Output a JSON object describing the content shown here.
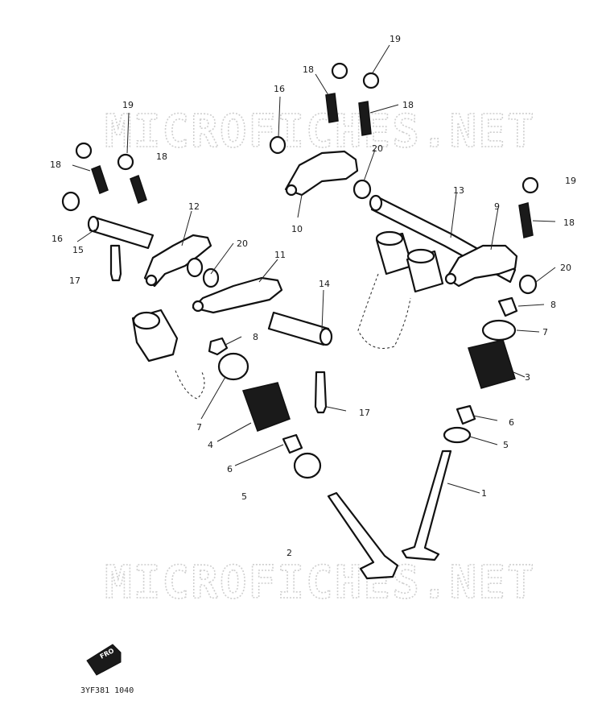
{
  "watermark": "MICROFICHES.NET",
  "diagram_code": "3YF381 1040",
  "front_marker": "FRO",
  "callouts": [
    "1",
    "2",
    "3",
    "4",
    "5",
    "5",
    "6",
    "6",
    "7",
    "7",
    "8",
    "8",
    "9",
    "10",
    "11",
    "12",
    "13",
    "14",
    "15",
    "16",
    "16",
    "17",
    "17",
    "18",
    "18",
    "18",
    "18",
    "18",
    "19",
    "19",
    "19",
    "20",
    "20",
    "20"
  ]
}
